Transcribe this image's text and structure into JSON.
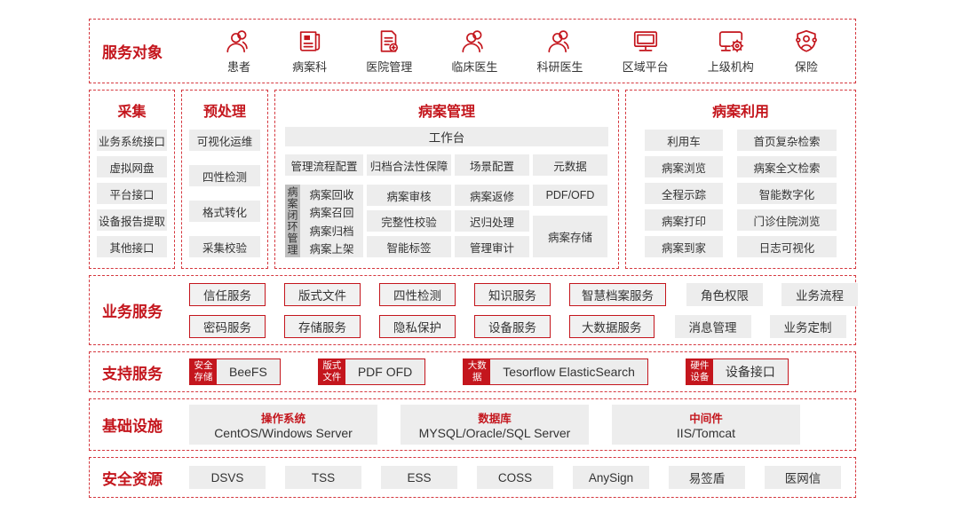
{
  "colors": {
    "accent_red": "#c4161d",
    "item_gray": "#ededed",
    "loop_tag_gray": "#bfbfbf"
  },
  "service_targets": {
    "label": "服务对象",
    "items": [
      {
        "icon": "patients-icon",
        "label": "患者"
      },
      {
        "icon": "medical-records-dept-icon",
        "label": "病案科"
      },
      {
        "icon": "hospital-management-icon",
        "label": "医院管理"
      },
      {
        "icon": "clinical-doctor-icon",
        "label": "临床医生"
      },
      {
        "icon": "research-doctor-icon",
        "label": "科研医生"
      },
      {
        "icon": "regional-platform-icon",
        "label": "区域平台"
      },
      {
        "icon": "superior-organization-icon",
        "label": "上级机构"
      },
      {
        "icon": "insurance-icon",
        "label": "保险"
      }
    ]
  },
  "collection": {
    "title": "采集",
    "items": [
      "业务系统接口",
      "虚拟网盘",
      "平台接口",
      "设备报告提取",
      "其他接口"
    ]
  },
  "preprocess": {
    "title": "预处理",
    "items": [
      "可视化运维",
      "四性检测",
      "格式转化",
      "采集校验"
    ]
  },
  "record_mgmt": {
    "title": "病案管理",
    "workbench": "工作台",
    "config_row": [
      "管理流程配置",
      "归档合法性保障",
      "场景配置",
      "元数据"
    ],
    "loop": {
      "vertical_label": "病案闭环管理",
      "items": [
        "病案回收",
        "病案召回",
        "病案归档",
        "病案上架"
      ]
    },
    "col2": [
      "病案审核",
      "完整性校验",
      "智能标签"
    ],
    "col3": [
      "病案返修",
      "迟归处理",
      "管理审计"
    ],
    "col4_top": "PDF/OFD",
    "col4_bottom": "病案存储"
  },
  "record_use": {
    "title": "病案利用",
    "rows": [
      {
        "left": "利用车",
        "right": "首页复杂检索"
      },
      {
        "left": "病案浏览",
        "right": "病案全文检索"
      },
      {
        "left": "全程示踪",
        "right": "智能数字化"
      },
      {
        "left": "病案打印",
        "right": "门诊住院浏览"
      },
      {
        "left": "病案到家",
        "right": "日志可视化"
      }
    ]
  },
  "business_services": {
    "label": "业务服务",
    "bordered_row1": [
      "信任服务",
      "版式文件",
      "四性检测",
      "知识服务",
      "智慧档案服务"
    ],
    "bordered_row2": [
      "密码服务",
      "存储服务",
      "隐私保护",
      "设备服务",
      "大数据服务"
    ],
    "plain_row1": [
      "角色权限",
      "业务流程"
    ],
    "plain_row2": [
      "消息管理",
      "业务定制"
    ]
  },
  "support_services": {
    "label": "支持服务",
    "items": [
      {
        "tag_line1": "安全",
        "tag_line2": "存储",
        "value": "BeeFS"
      },
      {
        "tag_line1": "版式",
        "tag_line2": "文件",
        "value": "PDF OFD"
      },
      {
        "tag_line1": "大数",
        "tag_line2": "据",
        "value": "Tesorflow ElasticSearch"
      },
      {
        "tag_line1": "硬件",
        "tag_line2": "设备",
        "value": "设备接口"
      }
    ]
  },
  "infrastructure": {
    "label": "基础设施",
    "items": [
      {
        "title": "操作系统",
        "value": "CentOS/Windows Server"
      },
      {
        "title": "数据库",
        "value": "MYSQL/Oracle/SQL Server"
      },
      {
        "title": "中间件",
        "value": "IIS/Tomcat"
      }
    ]
  },
  "security_resources": {
    "label": "安全资源",
    "items": [
      "DSVS",
      "TSS",
      "ESS",
      "COSS",
      "AnySign",
      "易签盾",
      "医网信"
    ]
  }
}
